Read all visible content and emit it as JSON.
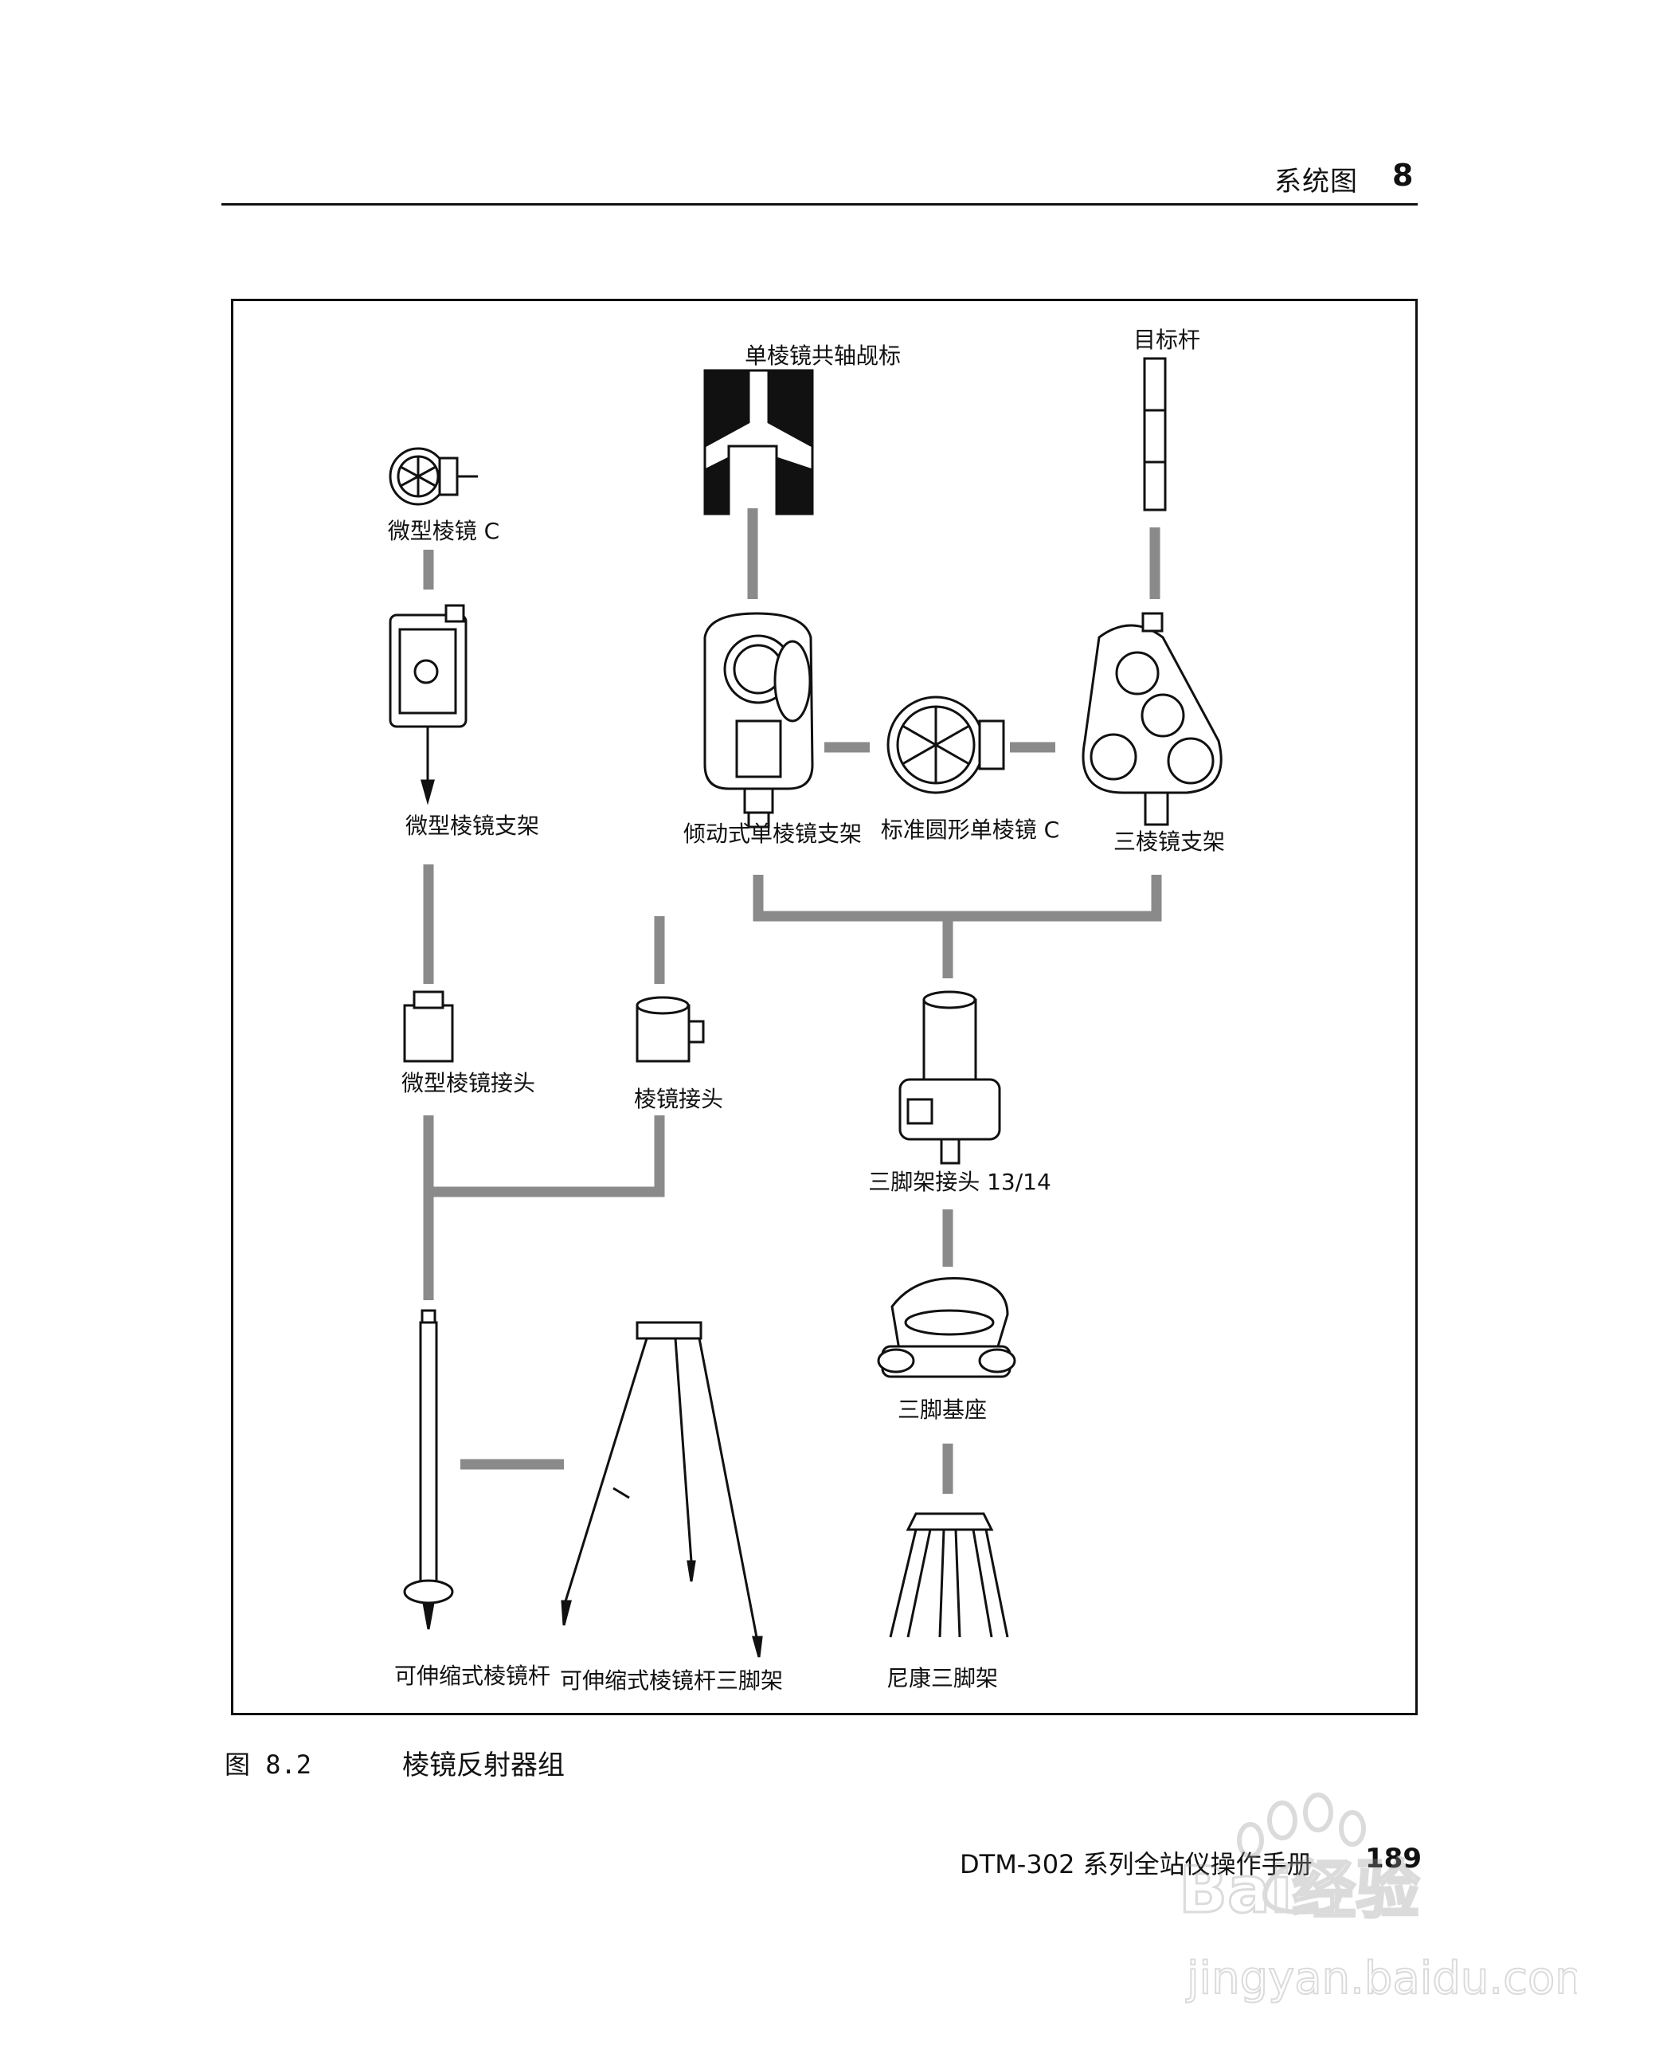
{
  "header": {
    "section_title": "系统图",
    "chapter_number": "8"
  },
  "diagram": {
    "labels": {
      "mini_prism": "微型棱镜 C",
      "single_prism_target": "单棱镜共轴觇标",
      "target_rod": "目标杆",
      "mini_prism_holder": "微型棱镜支架",
      "tilting_prism_holder": "倾动式单棱镜支架",
      "standard_round_prism": "标准圆形单棱镜 C",
      "triple_prism_holder": "三棱镜支架",
      "mini_prism_adapter": "微型棱镜接头",
      "prism_adapter": "棱镜接头",
      "tripod_adapter": "三脚架接头 13/14",
      "tribrach": "三脚基座",
      "telescopic_pole": "可伸缩式棱镜杆",
      "pole_tripod": "可伸缩式棱镜杆三脚架",
      "nikon_tripod": "尼康三脚架"
    }
  },
  "caption": {
    "figure_number": "图 8.2",
    "title": "棱镜反射器组"
  },
  "footer": {
    "manual_title": "DTM-302 系列全站仪操作手册",
    "page_number": "189"
  },
  "watermark": {
    "logo_text": "Bai经验",
    "url": "jingyan.baidu.com"
  }
}
